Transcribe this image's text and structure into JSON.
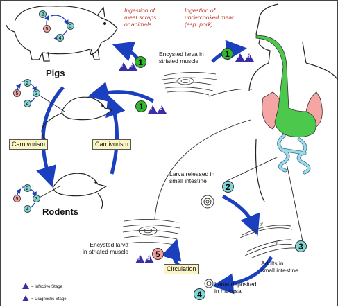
{
  "labels": {
    "ingestion_scraps": "Ingestion of\nmeat scraps\nor animals",
    "ingestion_meat": "Ingestion of\nundercooked meat\n(esp. pork)",
    "encysted_top": "Encysted larva in\nstriated muscle",
    "pigs": "Pigs",
    "rodents": "Rodents",
    "carnivorism_left": "Carnivorism",
    "carnivorism_right": "Carnivorism",
    "larva_released": "Larva released in\nsmall intestine",
    "encysted_bottom": "Encysted larva\nin striated muscle",
    "adults": "Adults in\nsmall intestine",
    "larva_deposited": "Larva deposited\nin mucosa",
    "circulation": "Circulation",
    "legend_infective": "= Infective Stage",
    "legend_diagnostic": "= Diagnostic Stage",
    "male_symbol": "♂",
    "female_symbol": "♀"
  },
  "stages": {
    "s1": "1",
    "s2": "2",
    "s3": "3",
    "s4": "4",
    "s5": "5",
    "i": "i",
    "d": "d"
  },
  "colors": {
    "arrow": "#1a3fbf",
    "green": "#2eb82e",
    "teal": "#7fd6d6",
    "pink": "#f3a0a0",
    "legend": "#3a2ea6"
  }
}
